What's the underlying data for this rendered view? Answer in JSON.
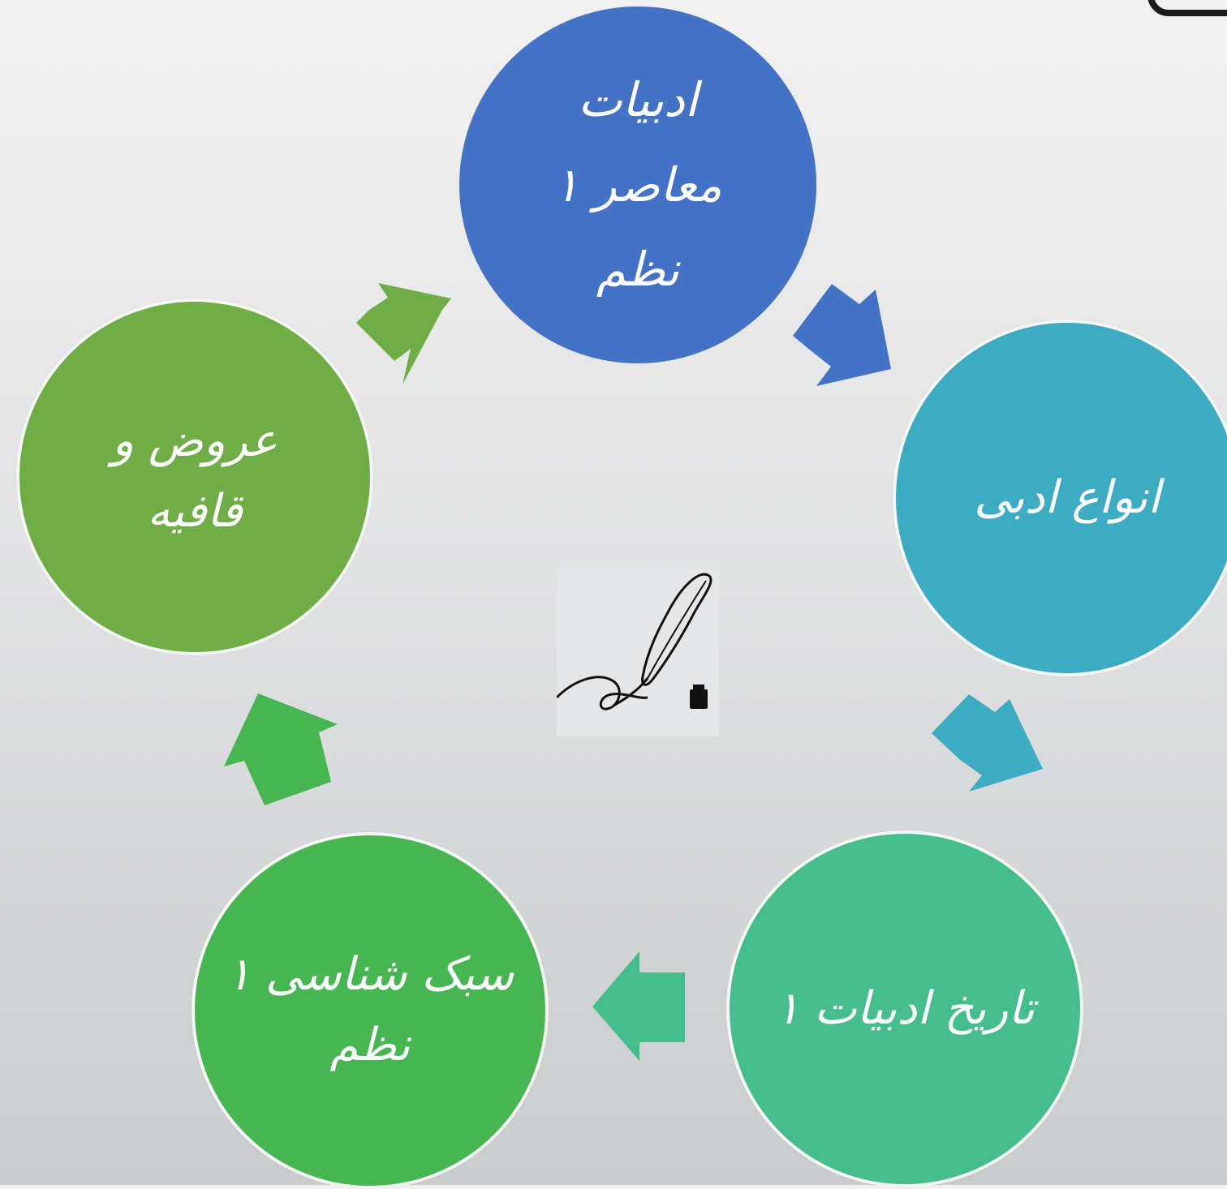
{
  "nodes": [
    {
      "id": "n1",
      "lines": [
        "ادبیات",
        "معاصر ۱",
        "نظم"
      ]
    },
    {
      "id": "n2",
      "lines": [
        "انواع ادبی"
      ]
    },
    {
      "id": "n3",
      "lines": [
        "تاریخ ادبیات ۱"
      ]
    },
    {
      "id": "n4",
      "lines": [
        "سبک شناسی ۱",
        "نظم"
      ]
    },
    {
      "id": "n5",
      "lines": [
        "عروض و",
        "قافیه"
      ]
    }
  ],
  "colors": {
    "node1": "#4472c4",
    "node2": "#3dabc1",
    "node3": "#45bd8c",
    "node4": "#48b553",
    "node5": "#70ad47"
  },
  "center_icon": "quill-and-inkpot-icon"
}
